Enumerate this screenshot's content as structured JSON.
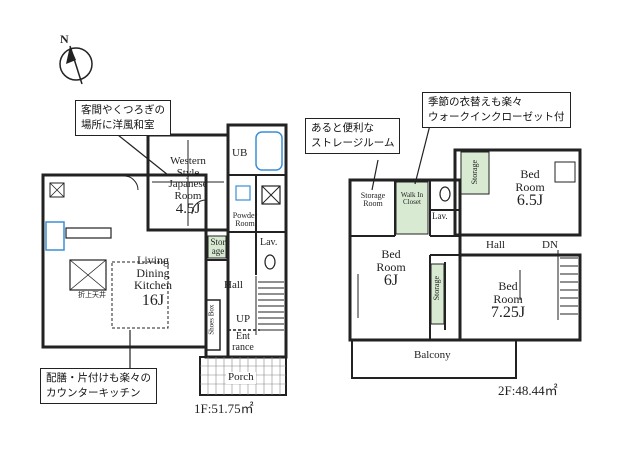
{
  "compass": {
    "label": "N"
  },
  "floor1": {
    "area_label": "1F:51.75㎡",
    "rooms": {
      "western": [
        "Western",
        "Style",
        "Japanese",
        "Room",
        "4.5J"
      ],
      "ub": "UB",
      "powder": [
        "Powder",
        "Room"
      ],
      "storage": [
        "Stor",
        "age"
      ],
      "lav": "Lav.",
      "ldk": [
        "Living",
        "Dining",
        "Kitchen",
        "16J"
      ],
      "hall": "Hall",
      "up": "UP",
      "shoes": "Shoes Box",
      "entrance": [
        "Ent",
        "rance"
      ],
      "porch": "Porch",
      "counter_label": "折上天井"
    },
    "callouts": {
      "top": [
        "客間やくつろぎの",
        "場所に洋風和室"
      ],
      "bottom": [
        "配膳・片付けも楽々の",
        "カウンターキッチン"
      ]
    }
  },
  "floor2": {
    "area_label": "2F:48.44㎡",
    "rooms": {
      "storage_room": [
        "Storage",
        "Room"
      ],
      "walk_in": [
        "Walk In",
        "Closet"
      ],
      "lav": "Lav.",
      "storage_right": "Storage",
      "bed1": [
        "Bed",
        "Room",
        "6.5J"
      ],
      "bed2": [
        "Bed",
        "Room",
        "6J"
      ],
      "bed3": [
        "Bed",
        "Room",
        "7.25J"
      ],
      "hall": "Hall",
      "dn": "DN",
      "storage_mid": "Storage",
      "balcony": "Balcony"
    },
    "callouts": {
      "left": [
        "あると便利な",
        "ストレージルーム"
      ],
      "right": [
        "季節の衣替えも楽々",
        "ウォークインクローゼット付"
      ]
    }
  },
  "colors": {
    "wall": "#222222",
    "fixture": "#3a8fd6",
    "storage_fill": "#d9ead3"
  }
}
